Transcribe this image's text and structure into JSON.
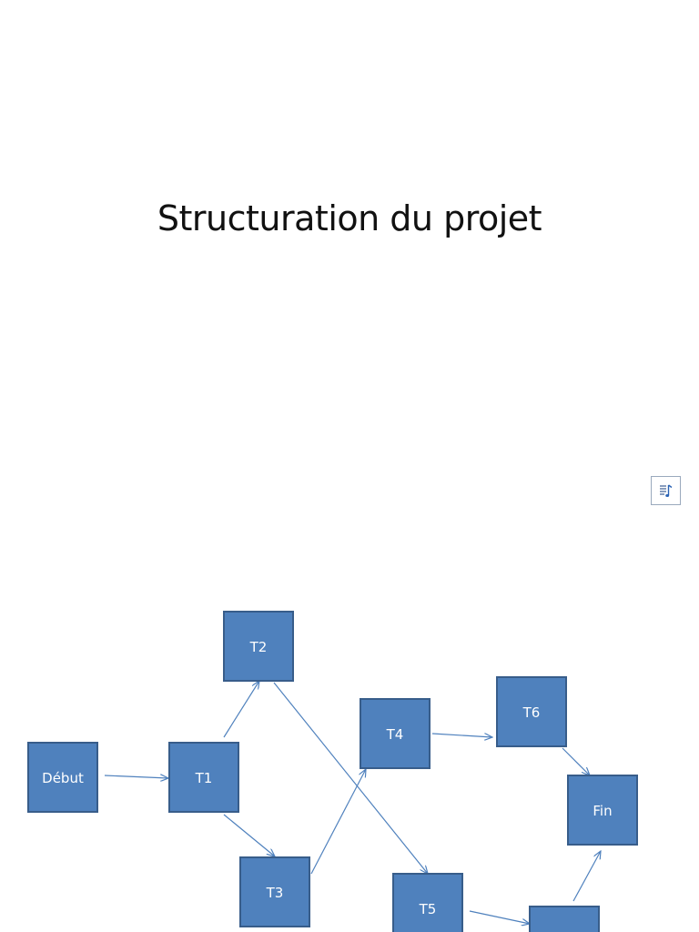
{
  "slide": {
    "title": "Structuration du projet",
    "media_icon": "audio-notes-icon"
  },
  "diagram": {
    "node_fill": "#4f81bd",
    "node_border": "#385d8a",
    "edge_color": "#4f81bd",
    "nodes": [
      {
        "id": "debut",
        "label": "Début"
      },
      {
        "id": "t1",
        "label": "T1"
      },
      {
        "id": "t2",
        "label": "T2"
      },
      {
        "id": "t3",
        "label": "T3"
      },
      {
        "id": "t4",
        "label": "T4"
      },
      {
        "id": "t5",
        "label": "T5"
      },
      {
        "id": "t6",
        "label": "T6"
      },
      {
        "id": "fin",
        "label": "Fin"
      },
      {
        "id": "t7",
        "label": ""
      }
    ],
    "edges": [
      {
        "from": "debut",
        "to": "t1"
      },
      {
        "from": "t1",
        "to": "t2"
      },
      {
        "from": "t1",
        "to": "t3"
      },
      {
        "from": "t2",
        "to": "t5"
      },
      {
        "from": "t3",
        "to": "t4"
      },
      {
        "from": "t4",
        "to": "t6"
      },
      {
        "from": "t6",
        "to": "fin"
      },
      {
        "from": "t5",
        "to": "t7"
      },
      {
        "from": "t7",
        "to": "fin"
      }
    ]
  }
}
